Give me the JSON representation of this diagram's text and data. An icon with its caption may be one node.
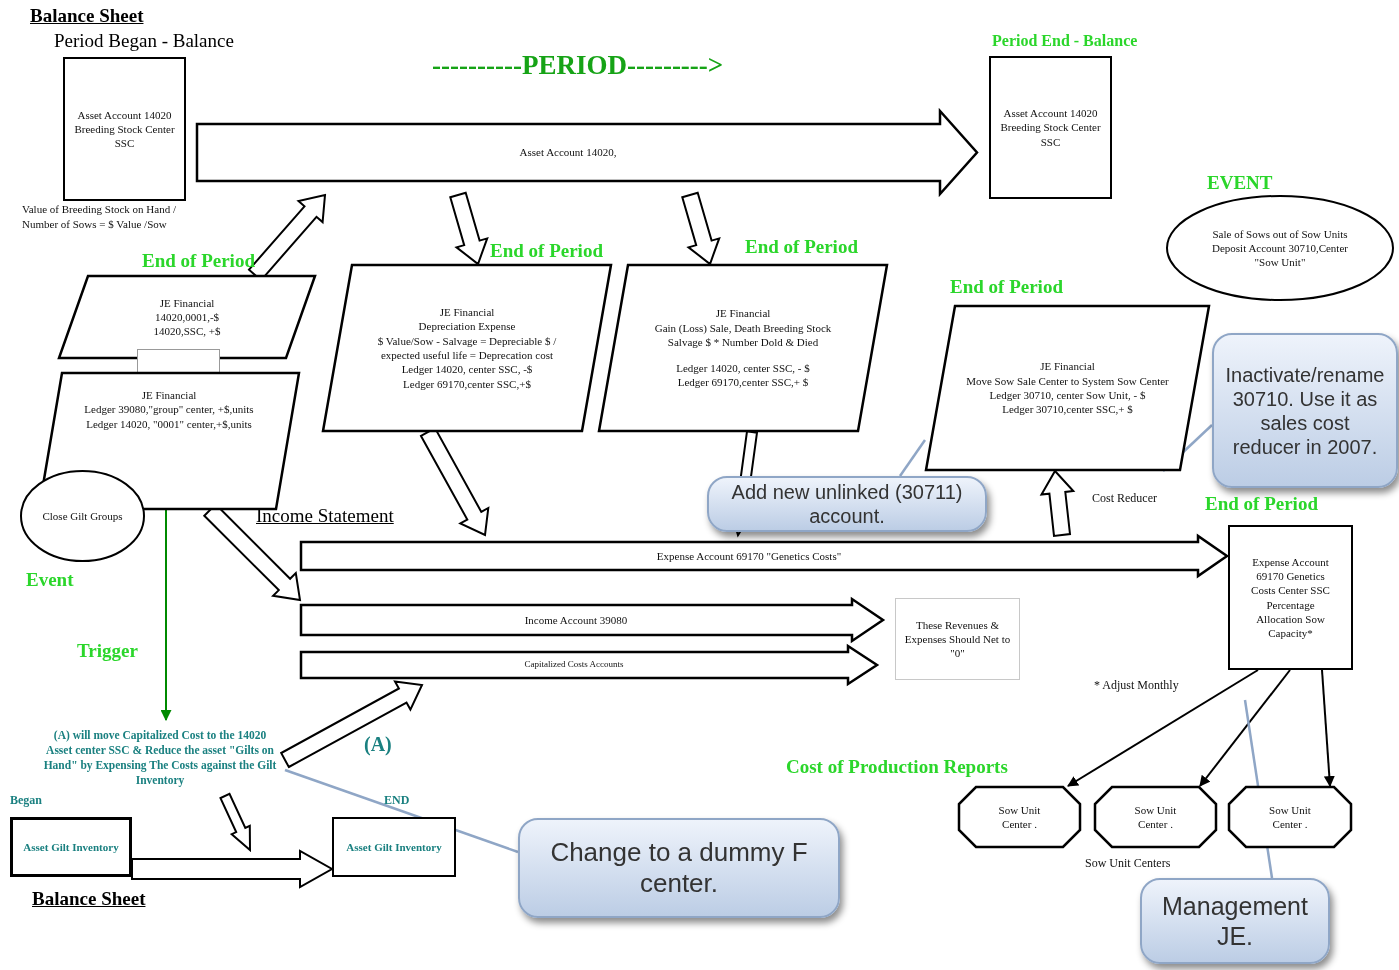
{
  "diagram": {
    "nodes": [
      {
        "text": [
          "Period Began - Balance",
          "Asset Account 14020 Breeding Stock Center SSC"
        ],
        "beside": [
          "Value of Breeding Stock on Hand / Number of Sows = $ Value /Sow"
        ]
      },
      {
        "text": [
          "Asset Account 14020,"
        ]
      },
      {
        "text": [
          "Period End - Balance",
          "Asset Account 14020 Breeding Stock Center SSC"
        ]
      },
      {
        "text": [
          "End of Period",
          "JE Financial",
          "14020,0001,-$",
          "14020,SSC, +$"
        ]
      },
      {
        "text": [],
        "shape": "box"
      },
      {
        "text": [
          "JE Financial",
          "Ledger 39080,\"group\" center, +$,units",
          "Ledger 14020, \"0001\" center,+$,units"
        ]
      },
      {
        "text": [
          "Close Gilt Groups"
        ]
      },
      {
        "text": [
          "End of Period",
          "JE Financial",
          "Depreciation Expense",
          "$ Value/Sow - Salvage = Depreciable $ / expected useful life = Deprecation cost",
          "Ledger 14020, center SSC, -$",
          "Ledger 69170,center SSC,+$"
        ]
      },
      {
        "text": [
          "End of Period",
          "JE Financial",
          "Gain (Loss) Sale, Death Breeding Stock",
          "Salvage $ * Number Dold & Died",
          "Ledger 14020, center SSC, - $",
          "Ledger 69170,center SSC,+ $"
        ]
      },
      {
        "text": [
          "EVENT",
          "Sale of Sows out of Sow Units Deposit Account 30710,Center \"Sow Unit\""
        ]
      },
      {
        "text": [
          "End of Period",
          "JE Financial",
          "Move Sow Sale Center to System Sow Center",
          "Ledger 30710, center Sow Unit, - $",
          "Ledger 30710,center SSC,+ $"
        ]
      },
      {
        "text": [
          "Inactivate/rename 30710. Use it as sales cost reducer in 2007."
        ]
      },
      {
        "text": [
          "Add new unlinked (30711) account."
        ]
      },
      {
        "text": [
          "Expense Account 69170 \"Genetics Costs\""
        ]
      },
      {
        "text": [
          "Income  Account 39080"
        ]
      },
      {
        "text": [
          "Capitalized Costs Accounts"
        ]
      },
      {
        "text": [
          "These Revenues & Expenses Should Net to \"0\""
        ]
      },
      {
        "text": [
          "End of Period",
          "Expense Account 69170 Genetics Costs Center SSC Percentage Allocation Sow Capacity*"
        ]
      },
      {
        "text": [
          "Sow Unit Center ."
        ]
      },
      {
        "text": [
          "Sow Unit Center ."
        ]
      },
      {
        "text": [
          "Sow Unit Center ."
        ]
      },
      {
        "text": [
          "(A) will move Capitalized Cost to the 14020 Asset center  SSC & Reduce the asset \"Gilts on Hand\" by Expensing The Costs against the Gilt Inventory"
        ]
      },
      {
        "text": [
          "Began",
          "Asset Gilt Inventory"
        ]
      },
      {
        "text": [
          "END",
          "Asset Gilt Inventory"
        ]
      },
      {
        "text": [
          "Change to a dummy F center."
        ]
      },
      {
        "text": [
          "Management JE."
        ]
      }
    ],
    "edges": [
      {
        "from": 3,
        "to": 1,
        "arrow": "to",
        "style": "thick"
      },
      {
        "from": 1,
        "to": 7,
        "arrow": "to",
        "style": "thick"
      },
      {
        "from": 1,
        "to": 8,
        "arrow": "to",
        "style": "thick"
      },
      {
        "from": 7,
        "to": 13,
        "arrow": "to",
        "style": "thick"
      },
      {
        "from": 5,
        "to": 14,
        "arrow": "to",
        "style": "thick"
      },
      {
        "from": 13,
        "to": 10,
        "arrow": "to",
        "style": "thick",
        "label": "Cost Reducer"
      },
      {
        "from": 21,
        "to": 15,
        "arrow": "to",
        "style": "thick",
        "label": "(A)"
      },
      {
        "from": 8,
        "to": 13,
        "arrow": "to",
        "style": "thick"
      },
      {
        "from": 21,
        "to": null,
        "arrow": "to",
        "style": "thick"
      },
      {
        "from": 22,
        "to": 23,
        "arrow": "to",
        "style": "thick"
      },
      {
        "from": 5,
        "to": 21,
        "arrow": "to",
        "color": "#008a00"
      },
      {
        "from": 17,
        "to": 18,
        "arrow": "to",
        "color": "#000000"
      },
      {
        "from": 17,
        "to": 19,
        "arrow": "to",
        "color": "#000000"
      },
      {
        "from": 17,
        "to": 20,
        "arrow": "to",
        "color": "#000000"
      },
      {
        "from": 11,
        "to": 10,
        "arrow": "none",
        "color": "#8fa6c6"
      },
      {
        "from": 12,
        "to": 10,
        "arrow": "none",
        "color": "#8fa6c6"
      },
      {
        "from": 24,
        "to": 21,
        "arrow": "none",
        "color": "#8fa6c6"
      },
      {
        "from": 25,
        "to": null,
        "arrow": "none",
        "color": "#8fa6c6"
      }
    ],
    "labels": [
      "Balance Sheet",
      "----------PERIOD--------->",
      "Income Statement",
      "Event",
      "Trigger",
      "* Adjust Monthly",
      "Cost of Production Reports",
      "Sow Unit Centers",
      "Balance Sheet"
    ]
  }
}
